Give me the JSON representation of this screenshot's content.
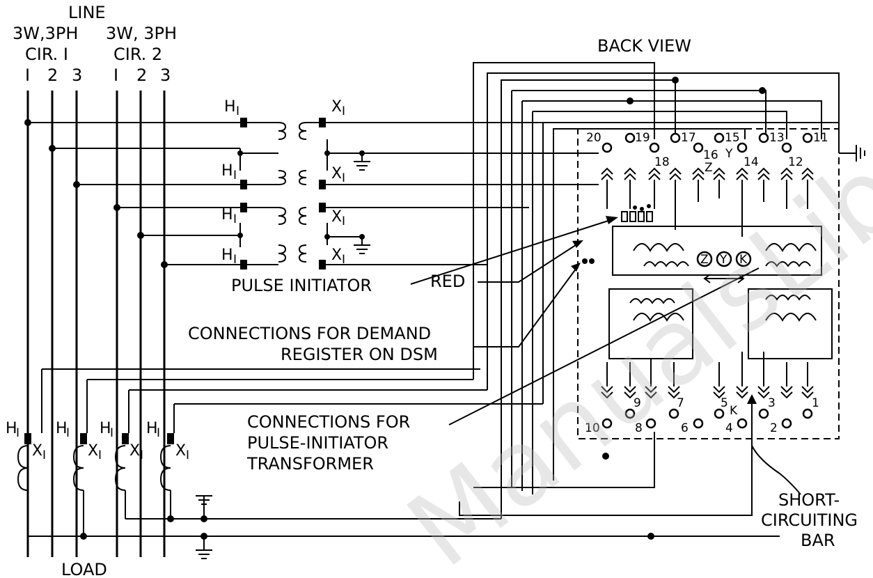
{
  "header": {
    "line": "LINE",
    "cir1_type": "3W,3PH",
    "cir2_type": "3W, 3PH",
    "cir1": "CIR. I",
    "cir2": "CIR. 2",
    "phases": [
      "I",
      "2",
      "3",
      "I",
      "2",
      "3"
    ]
  },
  "back_view": "BACK VIEW",
  "load": "LOAD",
  "transformer_marks": {
    "h": "H",
    "x": "X",
    "sub": "I"
  },
  "labels": {
    "pulse_initiator": "PULSE INITIATOR",
    "red": "RED",
    "demand_1": "CONNECTIONS FOR DEMAND",
    "demand_2": "REGISTER ON DSM",
    "pit_1": "CONNECTIONS FOR",
    "pit_2": "PULSE-INITIATOR",
    "pit_3": "TRANSFORMER",
    "scb_1": "SHORT-",
    "scb_2": "CIRCUITING",
    "scb_3": "BAR"
  },
  "terminals_top": [
    "20",
    "19",
    "18",
    "17",
    "16",
    "15",
    "14",
    "13",
    "12",
    "11"
  ],
  "terminals_bottom": [
    "10",
    "9",
    "8",
    "7",
    "6",
    "5",
    "4",
    "3",
    "2",
    "1"
  ],
  "letters": {
    "z": "Z",
    "y": "Y",
    "k": "K"
  },
  "watermark": "ManualsLib"
}
